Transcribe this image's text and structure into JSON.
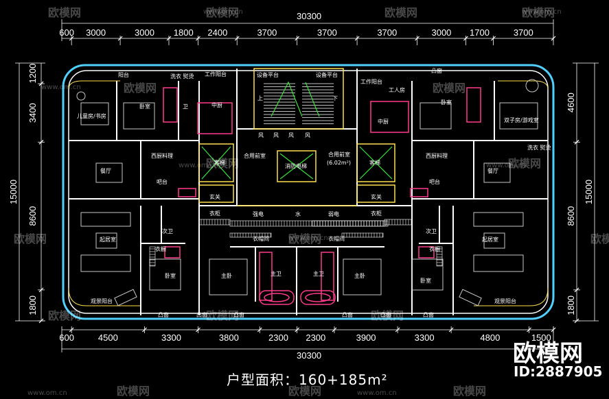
{
  "caption": "户型面积：160+185m²",
  "brand": {
    "name": "欧模网",
    "id": "ID:2887905"
  },
  "watermark": {
    "text": "欧模网",
    "url": "www.om.cn"
  },
  "dimensions": {
    "total_width": "30300",
    "top_segments": [
      "600",
      "3000",
      "3000",
      "1800",
      "2400",
      "3700",
      "3700",
      "3700",
      "3000",
      "1700",
      "3700"
    ],
    "bottom_segments": [
      "600",
      "4500",
      "3300",
      "3800",
      "2300",
      "2300",
      "3900",
      "3300",
      "4800",
      "1500"
    ],
    "left_segments": [
      "1200",
      "3400",
      "8600",
      "1800"
    ],
    "left_total": "15000",
    "right_segments": [
      "4600",
      "8600",
      "1800"
    ],
    "right_total": "15000"
  },
  "rooms": {
    "balcony_top_left": "阳台",
    "wash_iron_left": "洗衣 熨烫",
    "work_balcony_left": "工作阳台",
    "kids_study": "儿童房/书房",
    "bedroom": "卧室",
    "bathroom": "卫",
    "chinese_kitchen": "中厨",
    "western_kitchen": "西厨料理",
    "bar": "吧台",
    "dining": "餐厅",
    "living": "起居室",
    "foyer": "玄关",
    "wardrobe": "衣柜",
    "second_bath": "次卫",
    "closet": "衣橱",
    "master_bedroom": "主卧",
    "master_bath": "主卫",
    "viewing_balcony": "观景阳台",
    "bay_window": "凸窗",
    "cloakroom": "衣帽间",
    "shared_lobby": "合用前室",
    "shared_lobby_area": "(6.02m²)",
    "fire_elevator": "消防电梯",
    "stair_top_left": "设备平台",
    "stair_top_right": "设备平台",
    "elevator": "客梯",
    "strong_power": "强电",
    "water": "水",
    "weak_power": "弱电",
    "wind": "风",
    "work_balcony_right": "工作阳台",
    "maid_room": "工人房",
    "twin_room": "双子房/游戏室",
    "wash_iron_right": "洗衣 熨烫",
    "up": "上",
    "down": "下"
  },
  "colors": {
    "background": "#000000",
    "outer_wall": "#4fd0ff",
    "inner_wall": "#ffffff",
    "partition": "#ff3a8c",
    "core": "#ffe14d",
    "furniture": "#c8c8c8",
    "dim_line": "#ffffff",
    "green": "#39e639"
  }
}
